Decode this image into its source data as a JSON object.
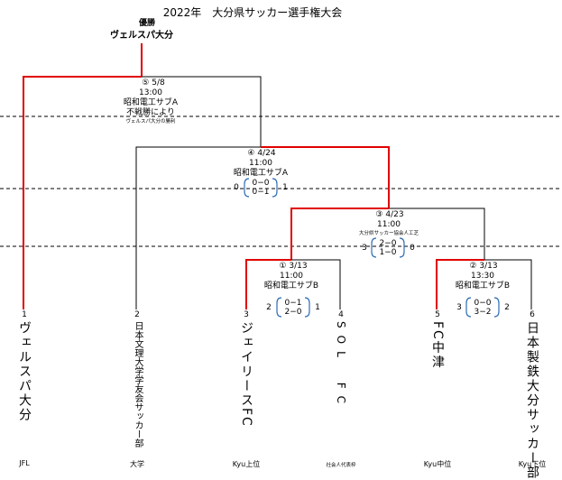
{
  "title": "2022年　大分県サッカー選手権大会",
  "champion": {
    "label": "優勝",
    "team": "ヴェルスパ大分"
  },
  "teams": [
    {
      "seed": "1",
      "name": "ヴェルスパ大分",
      "category": "JFL"
    },
    {
      "seed": "2",
      "name": "日本文理大学学友会サッカー部",
      "category": "大学"
    },
    {
      "seed": "3",
      "name": "ジェイリースFC",
      "category": "Kyu上位"
    },
    {
      "seed": "4",
      "name": "SOL　FC",
      "category": "社会人代表枠"
    },
    {
      "seed": "5",
      "name": "FC中津",
      "category": "Kyu中位"
    },
    {
      "seed": "6",
      "name": "日本製鉄大分サッカー部",
      "category": "Kyu下位"
    }
  ],
  "matches": {
    "m1": {
      "label": "① 3/13",
      "time": "11:00",
      "venue": "昭和電工サブB",
      "left_total": "2",
      "right_total": "1",
      "half1": "0−1",
      "half2": "2−0"
    },
    "m2": {
      "label": "② 3/13",
      "time": "13:30",
      "venue": "昭和電工サブB",
      "left_total": "3",
      "right_total": "2",
      "half1": "0−0",
      "half2": "3−2"
    },
    "m3": {
      "label": "③ 4/23",
      "time": "11:00",
      "venue": "大分県サッカー協会人工芝",
      "left_total": "3",
      "right_total": "0",
      "half1": "2−0",
      "half2": "1−0"
    },
    "m4": {
      "label": "④ 4/24",
      "time": "11:00",
      "venue": "昭和電工サブA",
      "left_total": "0",
      "right_total": "1",
      "half1": "0−0",
      "half2": "0−1"
    },
    "m5": {
      "label": "⑤ 5/8",
      "time": "13:00",
      "venue": "昭和電工サブA",
      "result": "不戦勝により",
      "note": "ヴェルスパ大分の勝利"
    }
  },
  "colors": {
    "winner": "#e00000",
    "loser": "#000000",
    "bracket": "#2e6db4",
    "dashed": "#000000"
  }
}
